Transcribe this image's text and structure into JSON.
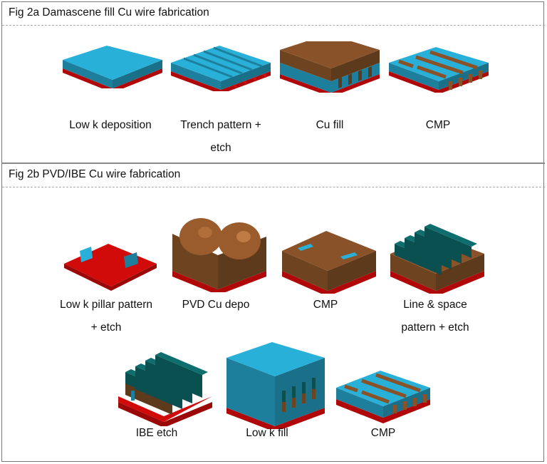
{
  "panel_a": {
    "title": "Fig 2a Damascene fill Cu wire fabrication",
    "steps": [
      {
        "label_line1": "Low k deposition",
        "label_line2": ""
      },
      {
        "label_line1": "Trench pattern +",
        "label_line2": "etch"
      },
      {
        "label_line1": "Cu fill",
        "label_line2": ""
      },
      {
        "label_line1": "CMP",
        "label_line2": ""
      }
    ]
  },
  "panel_b": {
    "title": "Fig 2b PVD/IBE Cu wire fabrication",
    "steps": [
      {
        "label_line1": "Low k pillar pattern",
        "label_line2": "+ etch"
      },
      {
        "label_line1": "PVD Cu depo",
        "label_line2": ""
      },
      {
        "label_line1": "CMP",
        "label_line2": ""
      },
      {
        "label_line1": "Line & space",
        "label_line2": "pattern + etch"
      },
      {
        "label_line1": "IBE etch",
        "label_line2": ""
      },
      {
        "label_line1": "Low k fill",
        "label_line2": ""
      },
      {
        "label_line1": "CMP",
        "label_line2": ""
      }
    ]
  },
  "colors": {
    "lowk_top": "#29b0d8",
    "lowk_side": "#1e7f9c",
    "substrate": "#d10a0a",
    "substrate_dark": "#9a0808",
    "cu_top": "#8a5228",
    "cu_side": "#5e3a1c",
    "mask_top": "#0e6e6e",
    "mask_side": "#0a5050"
  }
}
